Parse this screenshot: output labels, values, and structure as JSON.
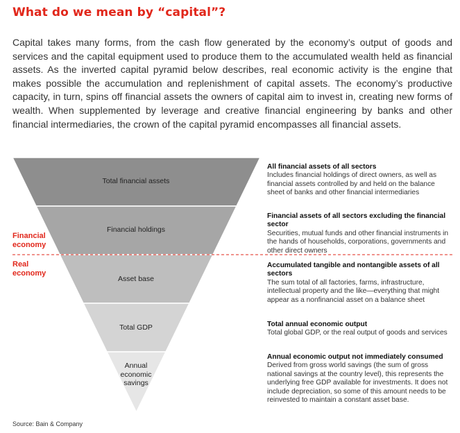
{
  "title": "What do we mean by “capital”?",
  "intro": "Capital takes many forms, from the cash flow generated by the economy’s output of goods and services and the capital equipment used to produce them to the accumulated wealth held as financial assets. As the inverted capital pyramid below describes, real economic activity is the engine that makes possible the accumulation and replenishment of capital assets. The economy’s productive capacity, in turn, spins off financial assets the owners of capital aim to invest in, creating new forms of wealth. When supplemented by leverage and creative financial engineering by banks and other financial intermediaries, the crown of the capital pyramid encompasses all financial assets.",
  "side_labels": {
    "financial": "Financial\neconomy",
    "real": "Real\neconomy"
  },
  "colors": {
    "accent": "#e1271b",
    "layer1": "#8e8e8e",
    "layer2": "#a6a6a6",
    "layer3": "#bebebe",
    "layer4": "#d4d4d4",
    "layer5": "#e6e6e6"
  },
  "layers": [
    {
      "label": "Total financial assets",
      "heading": "All financial assets of all sectors",
      "description": "Includes financial holdings of direct owners, as well as financial assets controlled by and held on the balance sheet of banks and other financial intermediaries"
    },
    {
      "label": "Financial holdings",
      "heading": "Financial assets of all sectors excluding the financial sector",
      "description": "Securities, mutual funds and other financial instruments in the hands of households, corporations, governments and other direct owners"
    },
    {
      "label": "Asset base",
      "heading": "Accumulated tangible and nontangible assets of all sectors",
      "description": "The sum total of all factories, farms, infrastructure, intellectual property and the like—everything that might appear as a nonfinancial asset on a balance sheet"
    },
    {
      "label": "Total GDP",
      "heading": "Total annual economic output",
      "description": "Total global GDP, or the real output of goods and services"
    },
    {
      "label": "Annual\neconomic\nsavings",
      "heading": "Annual economic output not immediately consumed",
      "description": "Derived from gross world savings (the sum of gross national savings at the country level), this represents the underlying free GDP available for investments. It does not include depreciation, so some of this amount needs to be reinvested to maintain a constant asset base."
    }
  ],
  "source": "Source: Bain & Company"
}
